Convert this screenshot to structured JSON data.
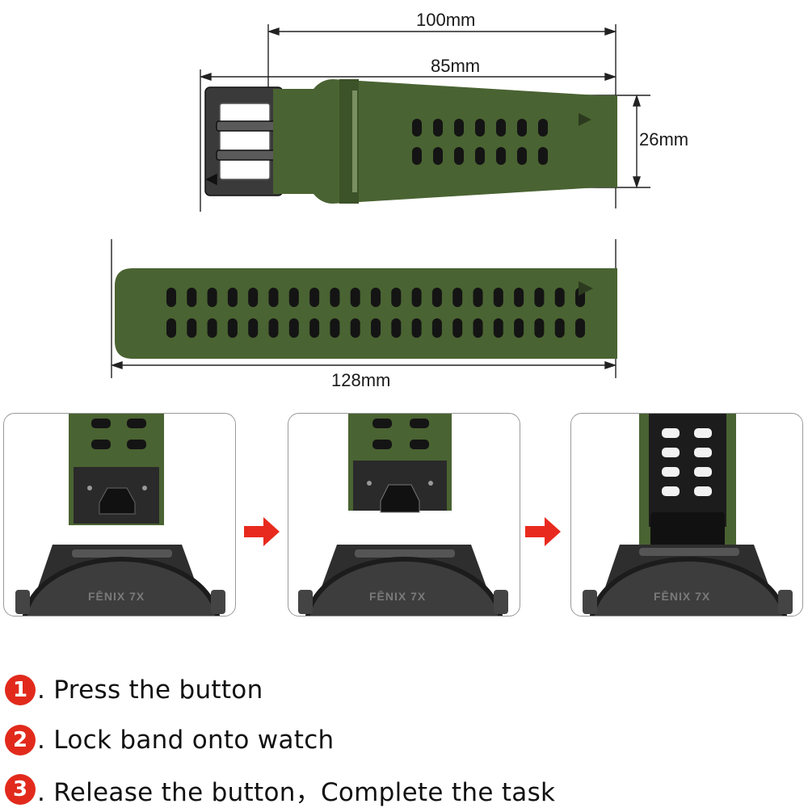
{
  "colors": {
    "band": "#4a6332",
    "band_dark": "#3c5228",
    "hole": "#141414",
    "step_badge": "#e12a1c",
    "arrow": "#e82a1e"
  },
  "dimensions": {
    "d100": "100mm",
    "d85": "85mm",
    "d26": "26mm",
    "d128": "128mm"
  },
  "panels": [
    {
      "watch_label": "FĒNIX 7X"
    },
    {
      "watch_label": "FĒNIX 7X"
    },
    {
      "watch_label": "FĒNIX 7X"
    }
  ],
  "steps": [
    {
      "number": "1",
      "text": ". Press the button"
    },
    {
      "number": "2",
      "text": ". Lock band onto watch"
    },
    {
      "number": "3",
      "text": ". Release the button，Complete the task"
    }
  ]
}
